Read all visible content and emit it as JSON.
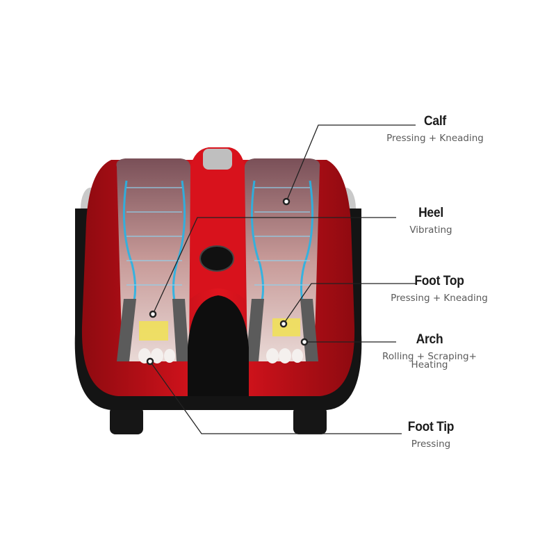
{
  "product": {
    "name": "leg-foot-massager",
    "colors": {
      "body": "#d0111b",
      "trim": "#111111",
      "glow": "#29b6e8",
      "roller": "#f2e24a",
      "background": "#ffffff"
    }
  },
  "annotations": [
    {
      "id": "calf",
      "title": "Calf",
      "subtitle": "Pressing + Kneading"
    },
    {
      "id": "heel",
      "title": "Heel",
      "subtitle": "Vibrating"
    },
    {
      "id": "foot-top",
      "title": "Foot Top",
      "subtitle": "Pressing + Kneading"
    },
    {
      "id": "arch",
      "title": "Arch",
      "subtitle": "Rolling + Scraping+",
      "subtitle2": "Heating"
    },
    {
      "id": "foot-tip",
      "title": "Foot Tip",
      "subtitle": "Pressing"
    }
  ]
}
